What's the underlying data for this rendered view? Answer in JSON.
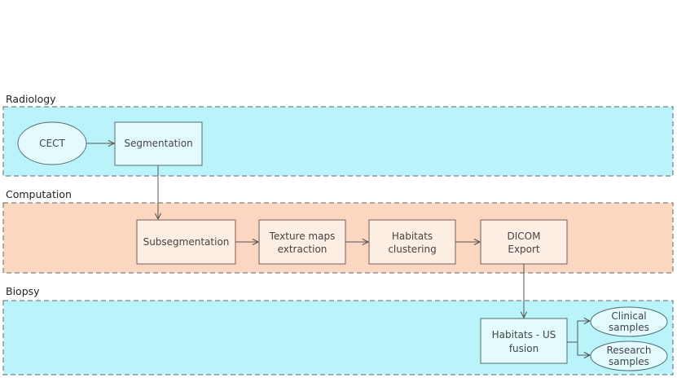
{
  "lanes": {
    "radiology": "Radiology",
    "computation": "Computation",
    "biopsy": "Biopsy"
  },
  "nodes": {
    "cect": "CECT",
    "segmentation": "Segmentation",
    "subsegmentation": "Subsegmentation",
    "texture": [
      "Texture maps",
      "extraction"
    ],
    "habitats": [
      "Habitats",
      "clustering"
    ],
    "dicom": [
      "DICOM",
      "Export"
    ],
    "fusion": [
      "Habitats - US",
      "fusion"
    ],
    "clinical": [
      "Clinical",
      "samples"
    ],
    "research": [
      "Research",
      "samples"
    ]
  },
  "colors": {
    "cyan_lane": "#baf3fa",
    "cyan_node": "#e4fbfd",
    "orange_lane": "#fbd6c0",
    "orange_node": "#fdeee4",
    "cyan_stroke": "#4f6e72",
    "orange_stroke": "#7a5f55"
  }
}
